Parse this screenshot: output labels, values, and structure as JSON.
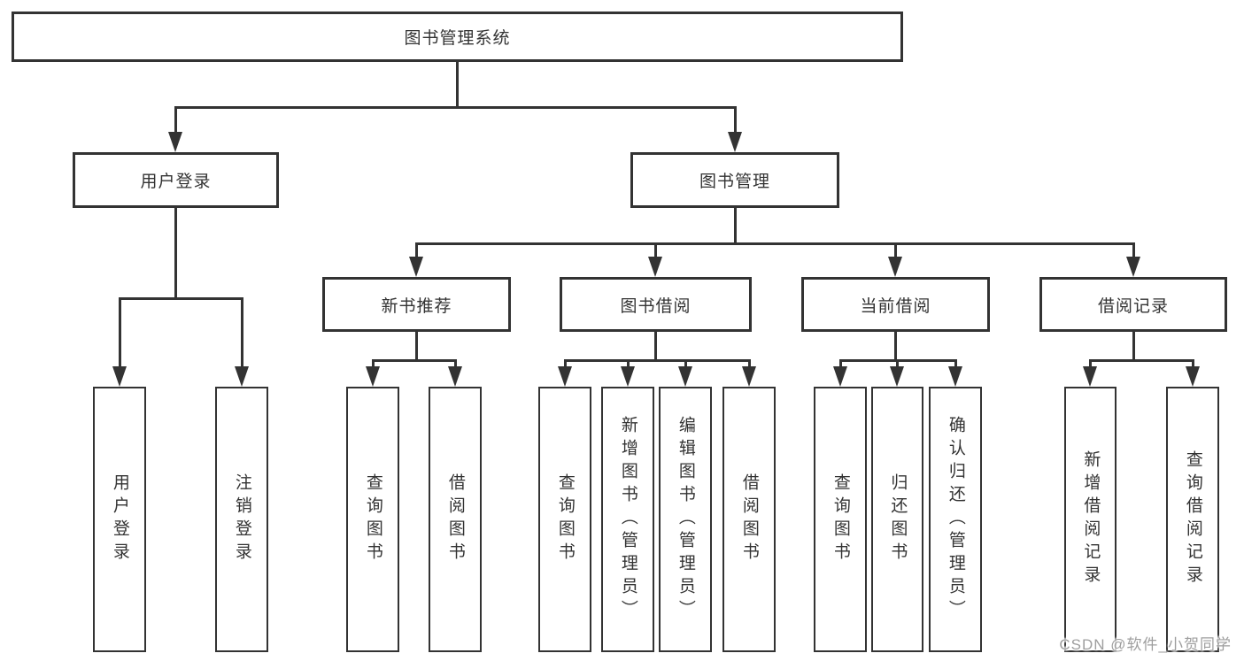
{
  "diagram": {
    "root": {
      "label": "图书管理系统"
    },
    "level2": [
      {
        "label": "用户登录"
      },
      {
        "label": "图书管理"
      }
    ],
    "level3": [
      {
        "label": "新书推荐"
      },
      {
        "label": "图书借阅"
      },
      {
        "label": "当前借阅"
      },
      {
        "label": "借阅记录"
      }
    ],
    "leaves": {
      "user": [
        "用户登录",
        "注销登录"
      ],
      "recommend": [
        "查询图书",
        "借阅图书"
      ],
      "borrow": [
        "查询图书",
        "新增图书（管理员）",
        "编辑图书（管理员）",
        "借阅图书"
      ],
      "current": [
        "查询图书",
        "归还图书",
        "确认归还（管理员）"
      ],
      "records": [
        "新增借阅记录",
        "查询借阅记录"
      ]
    }
  },
  "watermark": {
    "text": "CSDN @软件_小贺同学"
  },
  "colors": {
    "line": "#333333",
    "text": "#333333",
    "background": "#ffffff",
    "watermark": "#9e9e9e"
  }
}
